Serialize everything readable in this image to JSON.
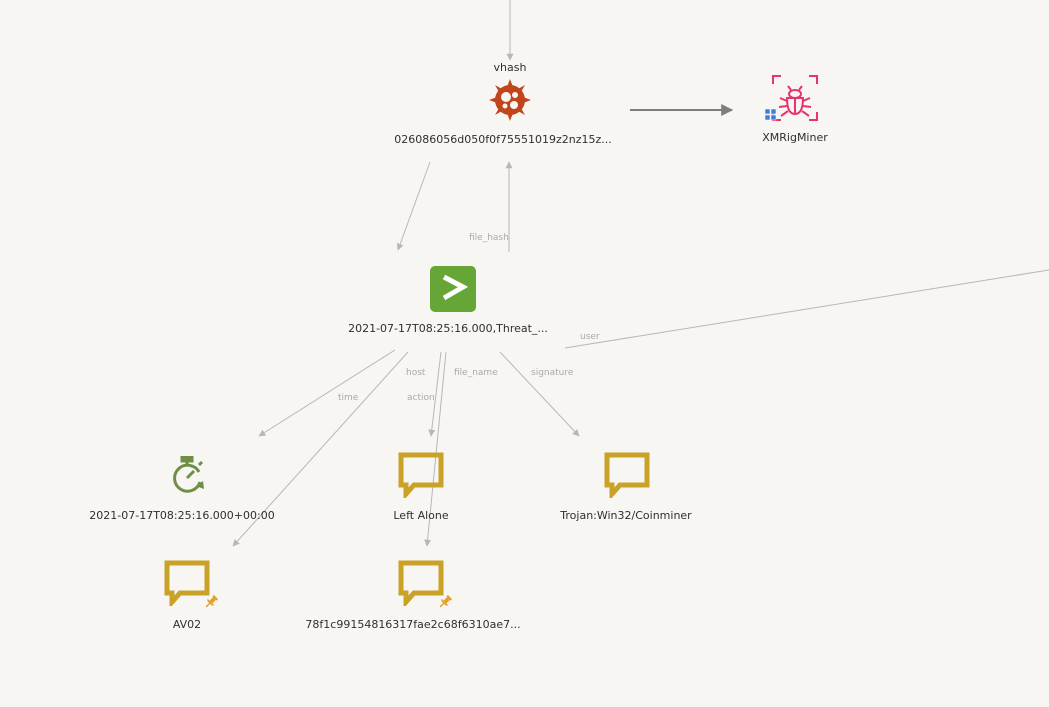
{
  "nodes": {
    "vhash": {
      "type_label": "vhash",
      "label": "026086056d050f0f75551019z2nz15z...",
      "icon": "malware-hash-icon",
      "color": "#c0451c"
    },
    "xmrig": {
      "label": "XMRigMiner",
      "icon": "bug-icon",
      "color": "#e8336d"
    },
    "event": {
      "label": "2021-07-17T08:25:16.000,Threat_...",
      "icon": "splunk-icon",
      "color": "#65a637"
    },
    "time": {
      "label": "2021-07-17T08:25:16.000+00:00",
      "icon": "stopwatch-icon",
      "color": "#6f8f46"
    },
    "action": {
      "label": "Left Alone",
      "icon": "speech-bubble-icon",
      "color": "#c9a227"
    },
    "signature": {
      "label": "Trojan:Win32/Coinminer",
      "icon": "speech-bubble-icon",
      "color": "#c9a227"
    },
    "host": {
      "label": "AV02",
      "icon": "pinned-speech-bubble-icon",
      "color": "#c9a227"
    },
    "file_name": {
      "label": "78f1c99154816317fae2c68f6310ae7...",
      "icon": "pinned-speech-bubble-icon",
      "color": "#c9a227"
    }
  },
  "edges": {
    "file_hash": "file_hash",
    "user": "user",
    "host": "host",
    "file_name": "file_name",
    "time": "time",
    "action": "action",
    "signature": "signature"
  }
}
